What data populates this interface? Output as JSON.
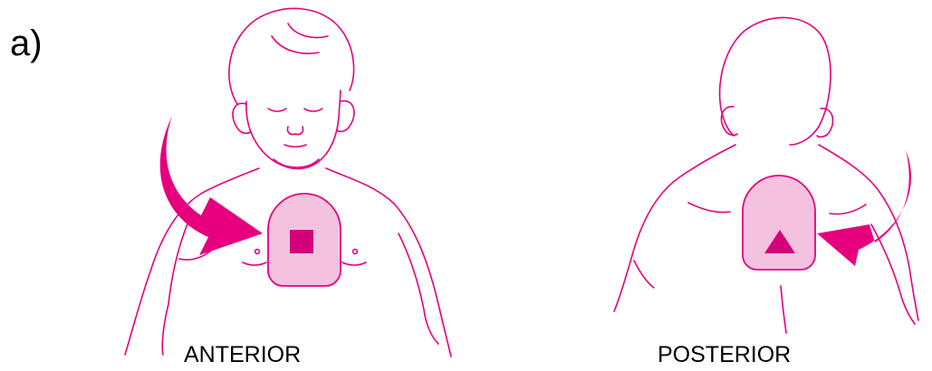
{
  "figure": {
    "panel_label": "a)",
    "views": [
      {
        "caption": "ANTERIOR",
        "pad_symbol": "square-icon"
      },
      {
        "caption": "POSTERIOR",
        "pad_symbol": "triangle-icon"
      }
    ]
  },
  "colors": {
    "outline": "#e6007e",
    "pad_fill": "#f4c2df",
    "symbol_fill": "#d4007a",
    "arrow_fill": "#e6007e",
    "text": "#000000"
  }
}
